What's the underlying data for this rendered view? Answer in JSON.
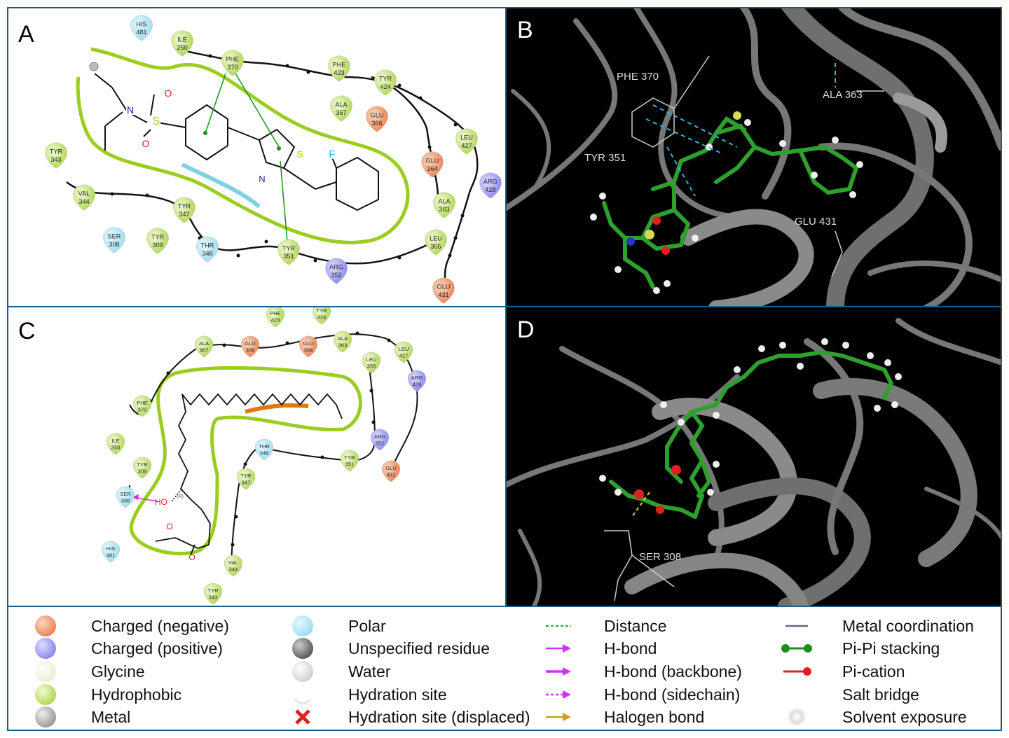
{
  "panels": {
    "A": {
      "label": "A"
    },
    "B": {
      "label": "B",
      "residues": [
        "PHE 370",
        "ALA 363",
        "TYR 351",
        "GLU 431"
      ]
    },
    "C": {
      "label": "C"
    },
    "D": {
      "label": "D",
      "residues": [
        "SER 308"
      ]
    }
  },
  "diagramA": {
    "residues": [
      {
        "name": "HIS",
        "num": "481",
        "type": "polar"
      },
      {
        "name": "ILE",
        "num": "250",
        "type": "hydrophobic"
      },
      {
        "name": "PHE",
        "num": "370",
        "type": "hydrophobic"
      },
      {
        "name": "PHE",
        "num": "423",
        "type": "hydrophobic"
      },
      {
        "name": "TYR",
        "num": "424",
        "type": "hydrophobic"
      },
      {
        "name": "ALA",
        "num": "367",
        "type": "hydrophobic"
      },
      {
        "name": "GLU",
        "num": "366",
        "type": "negative"
      },
      {
        "name": "LEU",
        "num": "427",
        "type": "hydrophobic"
      },
      {
        "name": "GLU",
        "num": "364",
        "type": "negative"
      },
      {
        "name": "ARG",
        "num": "428",
        "type": "positive"
      },
      {
        "name": "ALA",
        "num": "363",
        "type": "hydrophobic"
      },
      {
        "name": "TYR",
        "num": "343",
        "type": "hydrophobic"
      },
      {
        "name": "VAL",
        "num": "344",
        "type": "hydrophobic"
      },
      {
        "name": "TYR",
        "num": "347",
        "type": "hydrophobic"
      },
      {
        "name": "SER",
        "num": "308",
        "type": "polar"
      },
      {
        "name": "TYR",
        "num": "309",
        "type": "hydrophobic"
      },
      {
        "name": "THR",
        "num": "348",
        "type": "polar"
      },
      {
        "name": "TYR",
        "num": "351",
        "type": "hydrophobic"
      },
      {
        "name": "LEU",
        "num": "355",
        "type": "hydrophobic"
      },
      {
        "name": "ARG",
        "num": "352",
        "type": "positive"
      },
      {
        "name": "GLU",
        "num": "431",
        "type": "negative"
      }
    ],
    "atoms": [
      "N",
      "S",
      "O",
      "O",
      "S",
      "N",
      "F"
    ]
  },
  "diagramC": {
    "residues": [
      {
        "name": "PHE",
        "num": "423",
        "type": "hydrophobic"
      },
      {
        "name": "TYR",
        "num": "424",
        "type": "hydrophobic"
      },
      {
        "name": "ALA",
        "num": "367",
        "type": "hydrophobic"
      },
      {
        "name": "GLU",
        "num": "366",
        "type": "negative"
      },
      {
        "name": "GLU",
        "num": "364",
        "type": "negative"
      },
      {
        "name": "ALA",
        "num": "363",
        "type": "hydrophobic"
      },
      {
        "name": "LEU",
        "num": "427",
        "type": "hydrophobic"
      },
      {
        "name": "LEU",
        "num": "355",
        "type": "hydrophobic"
      },
      {
        "name": "ARG",
        "num": "428",
        "type": "positive"
      },
      {
        "name": "PHE",
        "num": "370",
        "type": "hydrophobic"
      },
      {
        "name": "ILE",
        "num": "250",
        "type": "hydrophobic"
      },
      {
        "name": "THR",
        "num": "348",
        "type": "polar"
      },
      {
        "name": "ARG",
        "num": "352",
        "type": "positive"
      },
      {
        "name": "TYR",
        "num": "351",
        "type": "hydrophobic"
      },
      {
        "name": "TYR",
        "num": "309",
        "type": "hydrophobic"
      },
      {
        "name": "TYR",
        "num": "347",
        "type": "hydrophobic"
      },
      {
        "name": "GLU",
        "num": "431",
        "type": "negative"
      },
      {
        "name": "SER",
        "num": "308",
        "type": "polar"
      },
      {
        "name": "HIS",
        "num": "481",
        "type": "polar"
      },
      {
        "name": "VAL",
        "num": "344",
        "type": "hydrophobic"
      },
      {
        "name": "TYR",
        "num": "343",
        "type": "hydrophobic"
      }
    ],
    "atoms": [
      "HO",
      "(R)",
      "O",
      "O"
    ]
  },
  "legend": {
    "col1": [
      "Charged (negative)",
      "Charged (positive)",
      "Glycine",
      "Hydrophobic",
      "Metal"
    ],
    "col2": [
      "Polar",
      "Unspecified residue",
      "Water",
      "Hydration site",
      "Hydration site (displaced)"
    ],
    "col3": [
      "Distance",
      "H-bond",
      "H-bond (backbone)",
      "H-bond (sidechain)",
      "Halogen bond"
    ],
    "col4": [
      "Metal coordination",
      "Pi-Pi stacking",
      "Pi-cation",
      "Salt bridge",
      "Solvent exposure"
    ]
  },
  "colors": {
    "frame": "#1f5c80",
    "hydrophobic": "#a6d13c",
    "negative": "#e8743e",
    "positive": "#7b7bf0",
    "polar": "#8fd9f0",
    "pocket": "#9acd1f",
    "ligand3d": "#1e9e1e",
    "pistack": "#1a8f1a",
    "hbond": "#cc33cc"
  }
}
